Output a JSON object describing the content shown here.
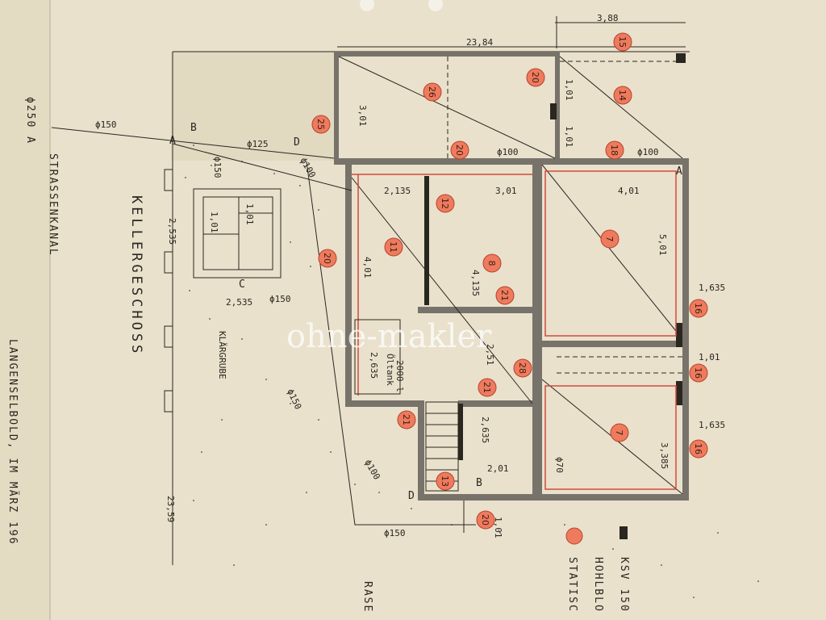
{
  "sheet_title": "KELLERGESCHOSS",
  "left_labels": {
    "canal": "STRASSENKANAL",
    "place_date": "LANGENSELBOLD, IM MÄRZ 196"
  },
  "pipe": {
    "label": "ϕ250 A"
  },
  "septic": {
    "label": "KLÄRGRUBE"
  },
  "tank": {
    "label": "Öltank",
    "volume": "2000 l",
    "dim": "2,635"
  },
  "legend": {
    "ksv": "KSV 150",
    "hohl": "HOHLBLO",
    "stat": "STATISC"
  },
  "bottom_word": "RASE",
  "watermark": "ohne-makler",
  "dimensions": [
    {
      "id": "d1",
      "text": "3,88"
    },
    {
      "id": "d2",
      "text": "23,84"
    },
    {
      "id": "d3",
      "text": "3,01"
    },
    {
      "id": "d4",
      "text": "1,01"
    },
    {
      "id": "d5",
      "text": "1,01"
    },
    {
      "id": "d6",
      "text": "2,135"
    },
    {
      "id": "d7",
      "text": "3,01"
    },
    {
      "id": "d8",
      "text": "4,01"
    },
    {
      "id": "d9",
      "text": "5,01"
    },
    {
      "id": "d10",
      "text": "4,01"
    },
    {
      "id": "d11",
      "text": "4,135"
    },
    {
      "id": "d12",
      "text": "2,51"
    },
    {
      "id": "d13",
      "text": "2,535"
    },
    {
      "id": "d14",
      "text": "2,535"
    },
    {
      "id": "d15",
      "text": "1,635"
    },
    {
      "id": "d16",
      "text": "1,635"
    },
    {
      "id": "d17",
      "text": "3,385"
    },
    {
      "id": "d18",
      "text": "1,01"
    },
    {
      "id": "d19",
      "text": "2,01"
    },
    {
      "id": "d20",
      "text": "2,635"
    },
    {
      "id": "d21",
      "text": "1,01"
    },
    {
      "id": "d22",
      "text": "23,59"
    },
    {
      "id": "d23",
      "text": "1,01"
    },
    {
      "id": "d24",
      "text": "1,01"
    }
  ],
  "pipe_labels": [
    {
      "id": "p1",
      "text": "ϕ150"
    },
    {
      "id": "p2",
      "text": "ϕ125"
    },
    {
      "id": "p3",
      "text": "ϕ100"
    },
    {
      "id": "p4",
      "text": "ϕ100"
    },
    {
      "id": "p5",
      "text": "ϕ100"
    },
    {
      "id": "p6",
      "text": "ϕ150"
    },
    {
      "id": "p7",
      "text": "ϕ150"
    },
    {
      "id": "p8",
      "text": "ϕ150"
    },
    {
      "id": "p9",
      "text": "ϕ150"
    },
    {
      "id": "p10",
      "text": "ϕ70"
    },
    {
      "id": "p11",
      "text": "ϕ100"
    }
  ],
  "points": [
    "A",
    "B",
    "C",
    "D",
    "A",
    "B",
    "D"
  ],
  "markers": [
    {
      "id": "m1",
      "n": "15"
    },
    {
      "id": "m2",
      "n": "26"
    },
    {
      "id": "m3",
      "n": "20"
    },
    {
      "id": "m4",
      "n": "14"
    },
    {
      "id": "m5",
      "n": "25"
    },
    {
      "id": "m6",
      "n": "20"
    },
    {
      "id": "m7",
      "n": "18"
    },
    {
      "id": "m8",
      "n": "12"
    },
    {
      "id": "m9",
      "n": "11"
    },
    {
      "id": "m10",
      "n": "20"
    },
    {
      "id": "m11",
      "n": "8"
    },
    {
      "id": "m12",
      "n": "7"
    },
    {
      "id": "m13",
      "n": "21"
    },
    {
      "id": "m14",
      "n": "16"
    },
    {
      "id": "m15",
      "n": "28"
    },
    {
      "id": "m16",
      "n": "16"
    },
    {
      "id": "m17",
      "n": "21"
    },
    {
      "id": "m18",
      "n": "21"
    },
    {
      "id": "m19",
      "n": "7"
    },
    {
      "id": "m20",
      "n": "16"
    },
    {
      "id": "m21",
      "n": "13"
    },
    {
      "id": "m22",
      "n": "20"
    }
  ],
  "colors": {
    "paper": "#e9e1cc",
    "marker": "#ee7b5d",
    "redline": "#d24a3c",
    "wall": "#77736b"
  }
}
